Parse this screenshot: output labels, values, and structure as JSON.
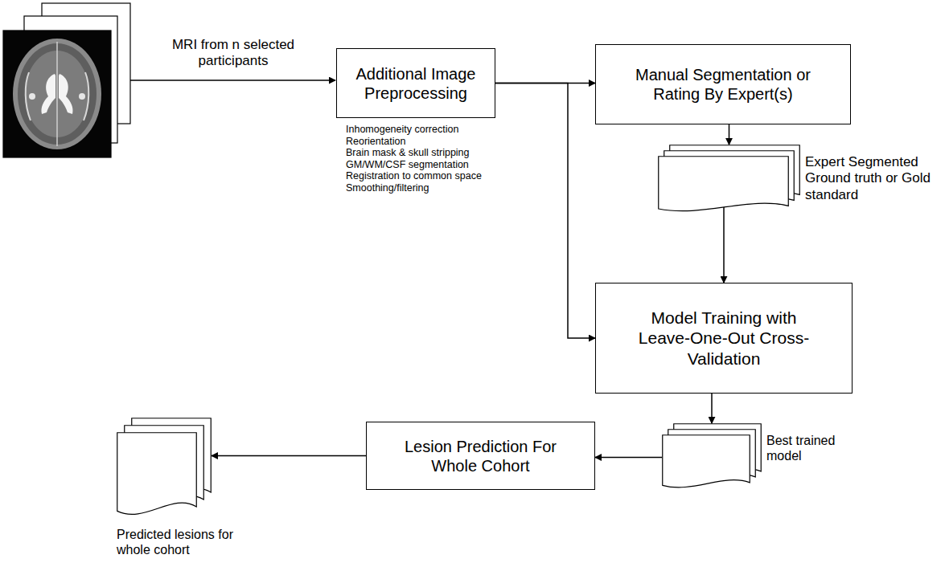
{
  "diagram": {
    "nodes": [
      {
        "text": [
          "Additional Image Preprocessing"
        ]
      },
      {
        "text": [
          "Manual Segmentation or Rating By Expert(s)"
        ]
      },
      {
        "text": [
          "Expert Segmented Ground truth or Gold standard"
        ]
      },
      {
        "text": [
          "Model Training with Leave-One-Out Cross-Validation"
        ]
      },
      {
        "text": [
          "Best trained model"
        ]
      },
      {
        "text": [
          "Lesion Prediction For Whole Cohort"
        ]
      },
      {
        "text": [
          "Predicted lesions for whole cohort"
        ]
      }
    ],
    "edges": [
      {
        "from": 0,
        "to": 1,
        "arrow": "to"
      },
      {
        "from": 0,
        "to": 3,
        "arrow": "to"
      },
      {
        "from": 1,
        "to": 2,
        "arrow": "to"
      },
      {
        "from": 2,
        "to": 3,
        "arrow": "to"
      },
      {
        "from": 3,
        "to": 4,
        "arrow": "to"
      },
      {
        "from": 4,
        "to": 5,
        "arrow": "to"
      },
      {
        "from": 5,
        "to": 6,
        "arrow": "to"
      }
    ],
    "labels": [
      "MRI from n selected participants",
      "Inhomogeneity correction",
      "Reorientation",
      "Brain mask & skull stripping",
      "GM/WM/CSF segmentation",
      "Registration to common space",
      "Smoothing/filtering"
    ]
  }
}
